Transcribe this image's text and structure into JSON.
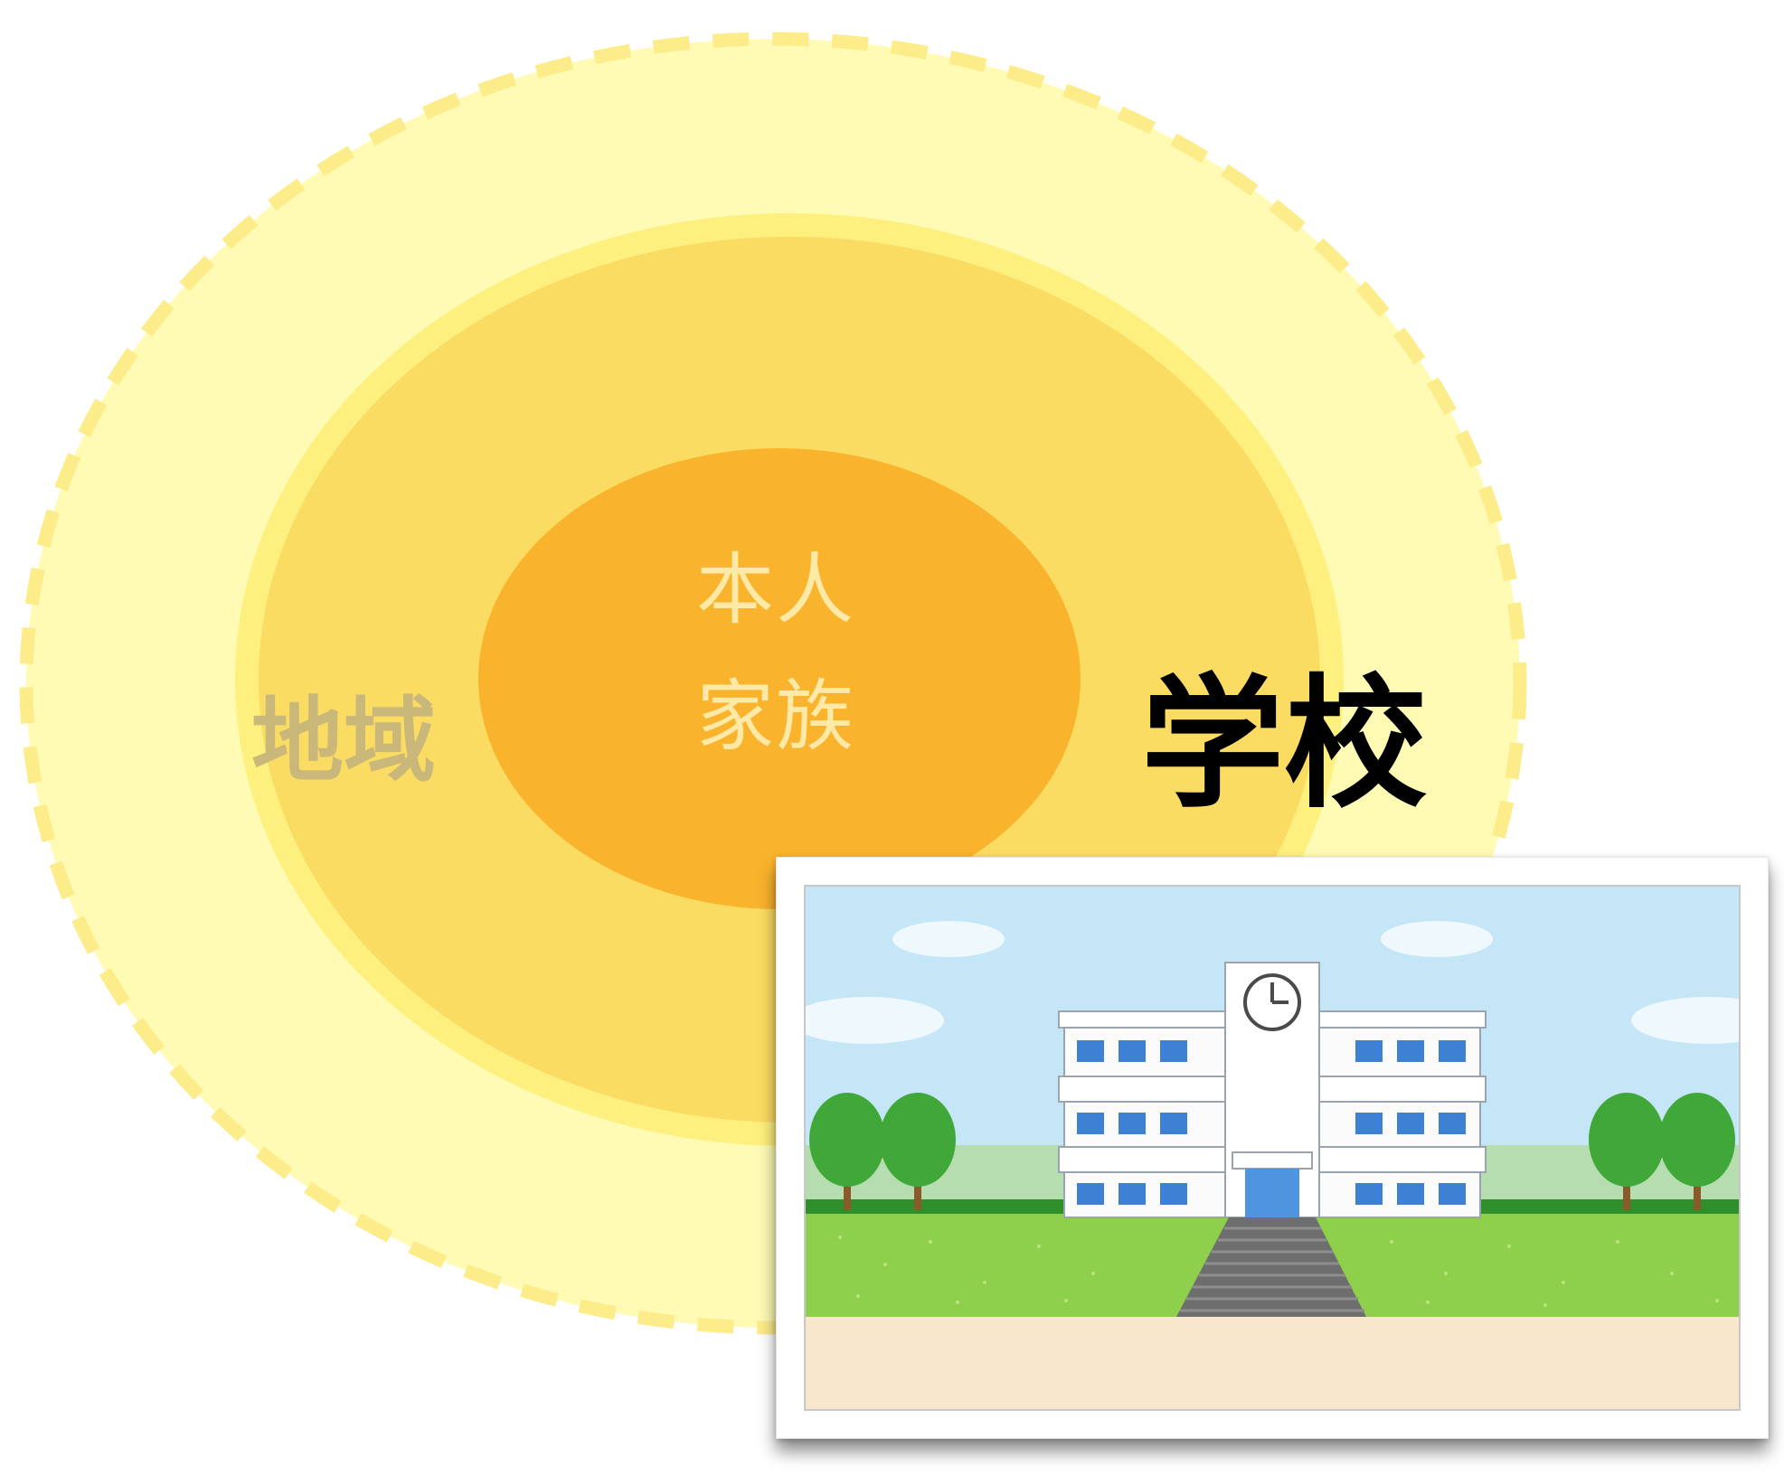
{
  "diagram": {
    "inner_label_line1": "本人",
    "inner_label_line2": "家族",
    "middle_label": "地域",
    "outer_label": "学校",
    "colors": {
      "outer_fill": "#fffbb4",
      "outer_dash": "#fdec8a",
      "middle_ring": "#fdf07e",
      "middle_fill": "#fbdc62",
      "inner_fill": "#fab32c"
    }
  },
  "photo": {
    "subject": "school-building-illustration",
    "colors": {
      "sky": "#c4e6f7",
      "grass": "#8ed04c",
      "ground": "#f8e6cd",
      "building": "#fbfbfb",
      "windows": "#3d80d4",
      "trees": "#40a838"
    }
  }
}
